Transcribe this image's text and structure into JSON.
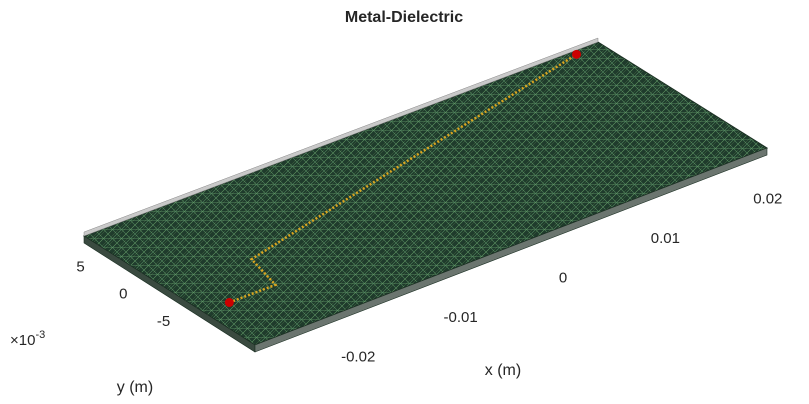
{
  "chart_data": {
    "type": "3d-mesh",
    "title": "Metal-Dielectric",
    "xlabel": "x (m)",
    "ylabel": "y (m)",
    "y_exponent": {
      "base": "×10",
      "power": "-3"
    },
    "x_ticks": [
      -0.02,
      -0.01,
      0,
      0.01,
      0.02
    ],
    "x_tick_labels": [
      "-0.02",
      "-0.01",
      "0",
      "0.01",
      "0.02"
    ],
    "y_ticks": [
      -5,
      0,
      5
    ],
    "y_tick_labels": [
      "-5",
      "0",
      "5"
    ],
    "xlim": [
      -0.025,
      0.025
    ],
    "ylim": [
      -0.01,
      0.01
    ],
    "series": [
      {
        "name": "",
        "kind": "dielectric-substrate-mesh",
        "color": "#2c5f3f"
      },
      {
        "name": "",
        "kind": "metal-trace-mesh",
        "color": "#d9a520"
      },
      {
        "name": "",
        "kind": "feed-points",
        "color": "#cc0000"
      }
    ],
    "feed_points": [
      {
        "x": -0.0225,
        "y": -0.004
      },
      {
        "x": 0.0225,
        "y": 0.0095
      }
    ],
    "trace_path": [
      {
        "x": -0.0225,
        "y": -0.004
      },
      {
        "x": -0.018,
        "y": -0.004
      },
      {
        "x": -0.017,
        "y": 0.0
      },
      {
        "x": 0.0225,
        "y": 0.0095
      }
    ],
    "grid": false
  }
}
